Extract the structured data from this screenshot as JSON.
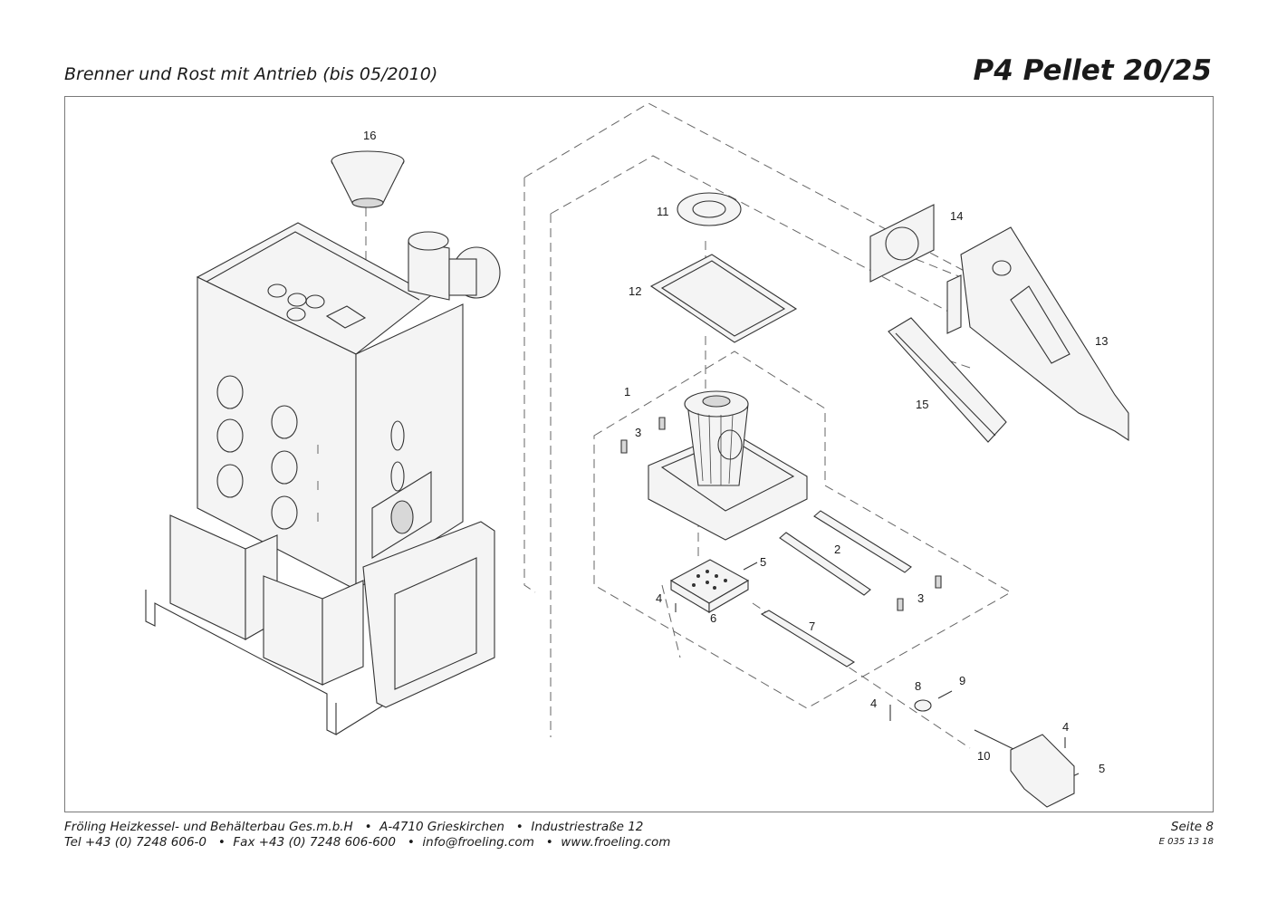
{
  "header": {
    "subtitle": "Brenner und Rost mit Antrieb (bis 05/2010)",
    "title": "P4 Pellet 20/25"
  },
  "callouts": [
    {
      "id": "c1",
      "label": "1"
    },
    {
      "id": "c2",
      "label": "2"
    },
    {
      "id": "c3a",
      "label": "3"
    },
    {
      "id": "c3b",
      "label": "3"
    },
    {
      "id": "c4a",
      "label": "4"
    },
    {
      "id": "c4b",
      "label": "4"
    },
    {
      "id": "c4c",
      "label": "4"
    },
    {
      "id": "c5a",
      "label": "5"
    },
    {
      "id": "c5b",
      "label": "5"
    },
    {
      "id": "c6",
      "label": "6"
    },
    {
      "id": "c7",
      "label": "7"
    },
    {
      "id": "c8",
      "label": "8"
    },
    {
      "id": "c9",
      "label": "9"
    },
    {
      "id": "c10",
      "label": "10"
    },
    {
      "id": "c11",
      "label": "11"
    },
    {
      "id": "c12",
      "label": "12"
    },
    {
      "id": "c13",
      "label": "13"
    },
    {
      "id": "c14",
      "label": "14"
    },
    {
      "id": "c15",
      "label": "15"
    },
    {
      "id": "c16",
      "label": "16"
    }
  ],
  "footer": {
    "line1": "Fröling Heizkessel- und Behälterbau Ges.m.b.H   •  A-4710 Grieskirchen   •  Industriestraße 12",
    "line2": "Tel +43 (0) 7248 606-0   •  Fax +43 (0) 7248 606-600   •  info@froeling.com   •  www.froeling.com",
    "page": "Seite 8",
    "doc_number": "E 035 13 18"
  }
}
